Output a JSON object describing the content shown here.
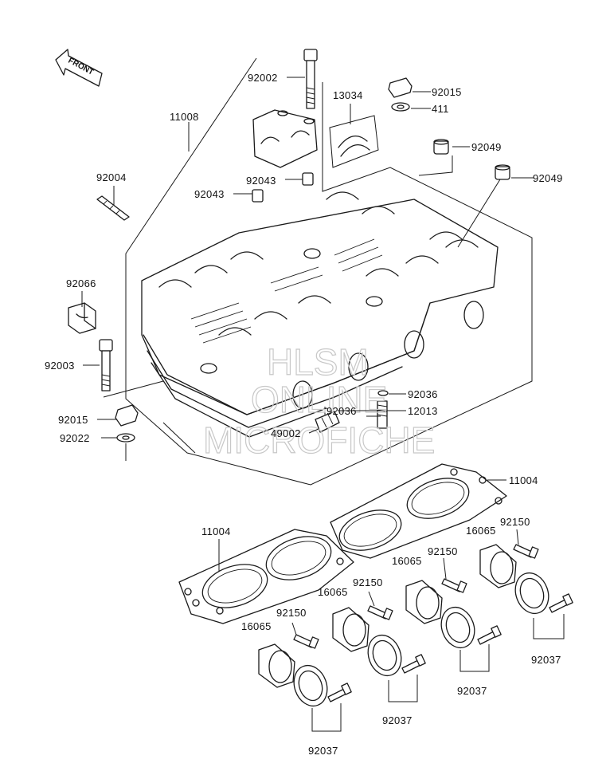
{
  "diagram": {
    "orientation": {
      "front_label": "FRONT"
    },
    "watermark": {
      "lines": [
        "HLSM",
        "ONLINE",
        "MICROFICHE"
      ]
    },
    "labels": {
      "p92002": "92002",
      "p13034": "13034",
      "p92015a": "92015",
      "p411": "411",
      "p11008": "11008",
      "p92049a": "92049",
      "p92049b": "92049",
      "p92004": "92004",
      "p92043a": "92043",
      "p92043b": "92043",
      "p92066": "92066",
      "p92003": "92003",
      "p92036a": "92036",
      "p92036b": "92036",
      "p12013": "12013",
      "p92015b": "92015",
      "p92022": "92022",
      "p49002": "49002",
      "p11004a": "11004",
      "p11004b": "11004",
      "p92150a": "92150",
      "p92150b": "92150",
      "p92150c": "92150",
      "p92150d": "92150",
      "p16065a": "16065",
      "p16065b": "16065",
      "p16065c": "16065",
      "p16065d": "16065",
      "p92037a": "92037",
      "p92037b": "92037",
      "p92037c": "92037",
      "p92037d": "92037"
    },
    "colors": {
      "ink": "#1a1a1a",
      "watermark": "#c8c8c8",
      "background": "#ffffff"
    }
  }
}
